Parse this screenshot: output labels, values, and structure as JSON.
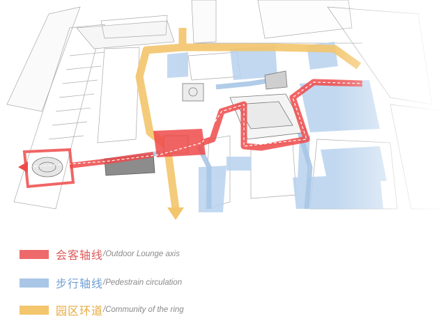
{
  "colors": {
    "lounge_axis": "#ee4a4a",
    "pedestrian": "#a9c6e6",
    "ring": "#f3c56c",
    "building_blue": "#b8d2ee",
    "line": "#9a9a9a"
  },
  "legend": [
    {
      "zh": "会客轴线",
      "en": "/Outdoor Lounge axis",
      "color": "#ee6a6a"
    },
    {
      "zh": "步行轴线",
      "en": "/Pedestrain circulation",
      "color": "#a9c6e6"
    },
    {
      "zh": "园区环道",
      "en": "/Community of the ring",
      "color": "#f3c56c"
    }
  ]
}
